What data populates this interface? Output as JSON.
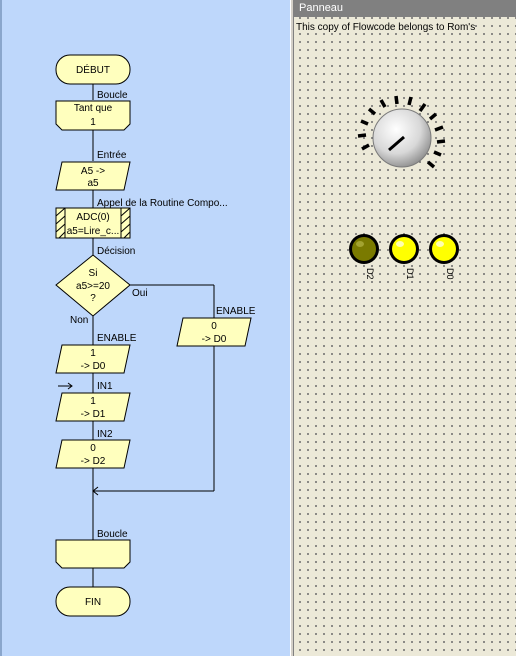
{
  "flowchart": {
    "start": "DÉBUT",
    "loop_label": "Boucle",
    "loop_condition_1": "Tant que",
    "loop_condition_2": "1",
    "input_label": "Entrée",
    "input_text_1": "A5 ->",
    "input_text_2": "a5",
    "macro_label": "Appel de la Routine Compo...",
    "macro_text_1": "ADC(0)",
    "macro_text_2": "a5=Lire_c...",
    "decision_label": "Décision",
    "decision_text_1": "Si",
    "decision_text_2": "a5>=20",
    "decision_text_3": "?",
    "yes_label": "Oui",
    "no_label": "Non",
    "out_enable_left_label": "ENABLE",
    "out_enable_left_1": "1",
    "out_enable_left_2": "-> D0",
    "out_enable_right_label": "ENABLE",
    "out_enable_right_1": "0",
    "out_enable_right_2": "-> D0",
    "out_in1_label": "IN1",
    "out_in1_1": "1",
    "out_in1_2": "-> D1",
    "out_in2_label": "IN2",
    "out_in2_1": "0",
    "out_in2_2": "-> D2",
    "loop_end_label": "Boucle",
    "end": "FIN"
  },
  "panel": {
    "title": "Panneau",
    "notice": "This copy of Flowcode belongs to Rom's",
    "leds": [
      {
        "label": "D2",
        "state": "off",
        "color": "#7a7a00"
      },
      {
        "label": "D1",
        "state": "on",
        "color": "#ffff00"
      },
      {
        "label": "D0",
        "state": "on",
        "color": "#ffff00"
      }
    ],
    "knob_icon": "rotary-knob-icon"
  }
}
